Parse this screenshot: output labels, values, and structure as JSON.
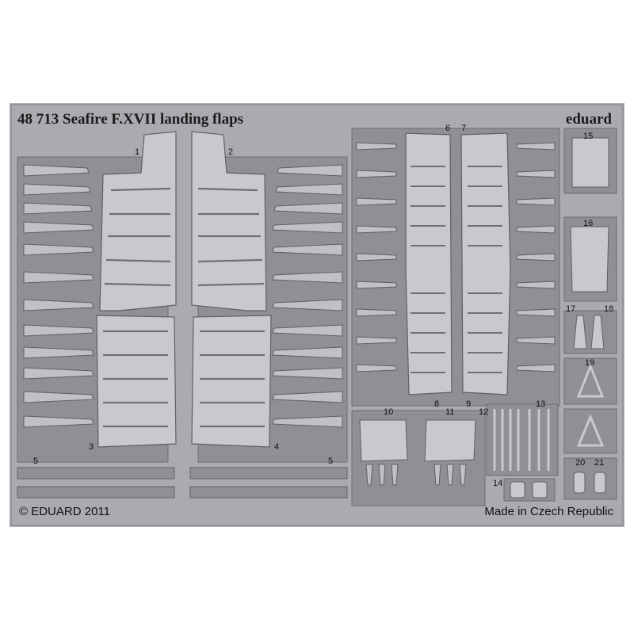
{
  "header": {
    "title": "48 713   Seafire F.XVII landing flaps",
    "brand": "eduard"
  },
  "footer": {
    "copyright": "© EDUARD 2011",
    "origin": "Made in Czech Republic"
  },
  "part_numbers": [
    "1",
    "2",
    "3",
    "4",
    "5",
    "5",
    "6",
    "7",
    "8",
    "9",
    "10",
    "11",
    "12",
    "13",
    "14",
    "15",
    "16",
    "17",
    "18",
    "19",
    "20",
    "21"
  ]
}
